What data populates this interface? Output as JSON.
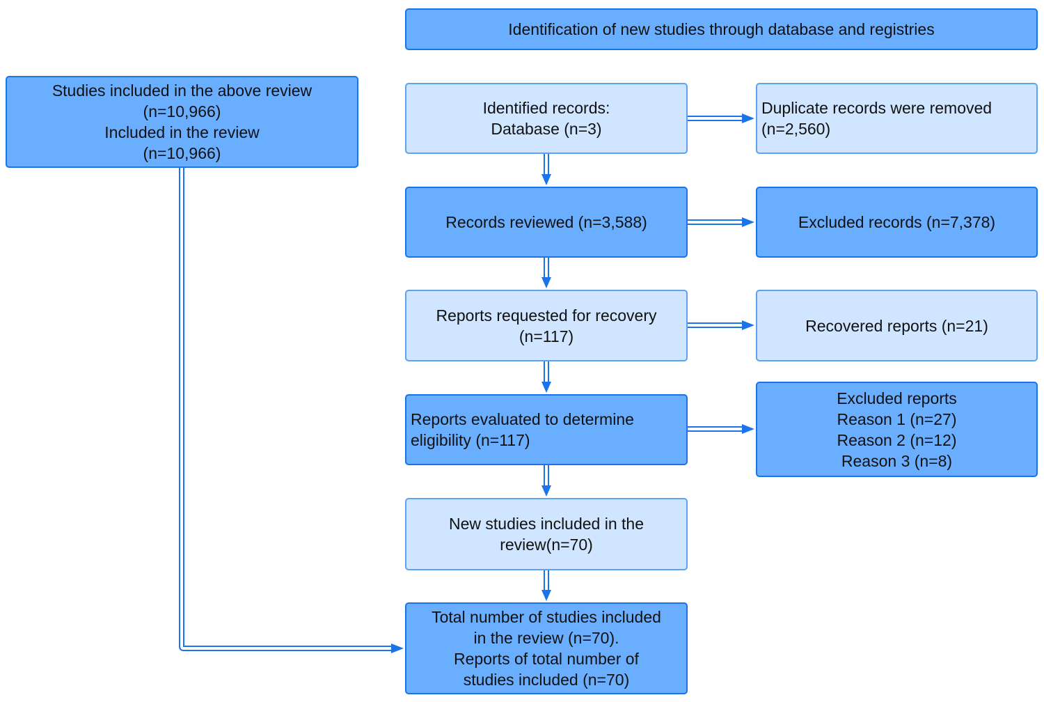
{
  "header": {
    "title": "Identification of new studies through database and registries"
  },
  "previous_review": {
    "lines": [
      "Studies included in the above review",
      "(n=10,966)",
      "Included in the review",
      "(n=10,966)"
    ]
  },
  "main_flow": {
    "identified": {
      "lines": [
        "Identified records:",
        "Database  (n=3)"
      ]
    },
    "reviewed": {
      "lines": [
        "Records reviewed (n=3,588)"
      ]
    },
    "requested": {
      "lines": [
        "Reports requested for recovery",
        "(n=117)"
      ]
    },
    "evaluated": {
      "lines": [
        "Reports evaluated to determine",
        "eligibility (n=117)"
      ]
    },
    "new_included": {
      "lines": [
        "New studies included in the",
        "review(n=70)"
      ]
    },
    "total_included": {
      "lines": [
        "Total number of studies included",
        "in the review (n=70).",
        "Reports of total number of",
        "studies included  (n=70)"
      ]
    }
  },
  "side_boxes": {
    "duplicates": {
      "lines": [
        "Duplicate records were removed",
        "(n=2,560)"
      ]
    },
    "excluded_records": {
      "lines": [
        "Excluded records (n=7,378)"
      ]
    },
    "recovered": {
      "lines": [
        "Recovered reports (n=21)"
      ]
    },
    "excluded_reports": {
      "lines": [
        "Excluded reports",
        "Reason 1 (n=27)",
        "Reason 2 (n=12)",
        "Reason 3 (n=8)"
      ]
    }
  },
  "colors": {
    "dark_fill": "#6aaeff",
    "light_fill": "#d0e5ff",
    "border": "#1a73e8",
    "arrow": "#1a73e8"
  }
}
